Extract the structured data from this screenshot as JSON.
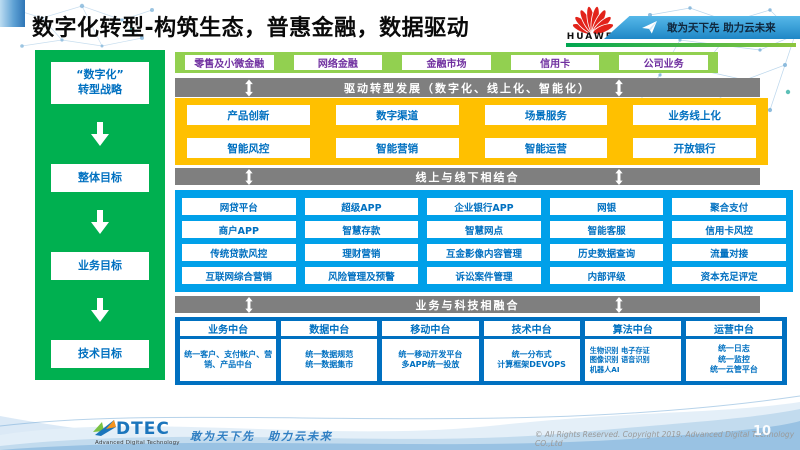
{
  "colors": {
    "sidebar_green": "#00b050",
    "band_green": "#92d050",
    "band_yellow": "#ffc000",
    "band_blue": "#00a0e9",
    "panel_blue": "#0070c0",
    "bar_gray": "#7f7f7f",
    "text_purple": "#7030a0",
    "text_blue": "#0070c0",
    "huawei_red": "#e2231a",
    "banner_blue": "#1f87c6"
  },
  "header": {
    "title": "数字化转型-构筑生态，普惠金融，数据驱动",
    "logo": "HUAWEI",
    "banner": "敢为天下先 助力云未来"
  },
  "strategy": {
    "items": [
      "“数字化”\n转型战略",
      "整体目标",
      "业务目标",
      "技术目标"
    ]
  },
  "business_lines": [
    "零售及小微金融",
    "网络金融",
    "金融市场",
    "信用卡",
    "公司业务"
  ],
  "bars": {
    "drive": "驱动转型发展（数字化、线上化、智能化）",
    "online_offline": "线上与线下相结合",
    "tech_fusion": "业务与科技相融合"
  },
  "capabilities": {
    "row1": [
      "产品创新",
      "数字渠道",
      "场景服务",
      "业务线上化"
    ],
    "row2": [
      "智能风控",
      "智能营销",
      "智能运营",
      "开放银行"
    ]
  },
  "applications": {
    "rows": [
      [
        "网贷平台",
        "超级APP",
        "企业银行APP",
        "网银",
        "聚合支付"
      ],
      [
        "商户APP",
        "智慧存款",
        "智慧网点",
        "智能客服",
        "信用卡风控"
      ],
      [
        "传统贷款风控",
        "理财营销",
        "互金影像内容管理",
        "历史数据查询",
        "流量对接"
      ],
      [
        "互联网综合营销",
        "风险管理及预警",
        "诉讼案件管理",
        "内部评级",
        "资本充足评定"
      ]
    ]
  },
  "platforms": [
    {
      "title": "业务中台",
      "detail": "统一客户、支付帐户、营销、产品中台"
    },
    {
      "title": "数据中台",
      "detail": "统一数据规范\n统一数据集市"
    },
    {
      "title": "移动中台",
      "detail": "统一移动开发平台\n多APP统一投放"
    },
    {
      "title": "技术中台",
      "detail": "统一分布式\n计算框架DEVOPS"
    },
    {
      "title": "算法中台",
      "detail": "生物识别 电子存证\n图像识别 语音识别\n机器人AI"
    },
    {
      "title": "运营中台",
      "detail": "统一日志\n统一监控\n统一云管平台"
    }
  ],
  "footer": {
    "logo": "DTEC",
    "logo_sub": "Advanced Digital Technology",
    "slogan": "敢为天下先　助力云未来",
    "copyright": "© All Rights Reserved. Copyright 2019. Advanced Digital Technology CO.,Ltd",
    "page": "10"
  }
}
